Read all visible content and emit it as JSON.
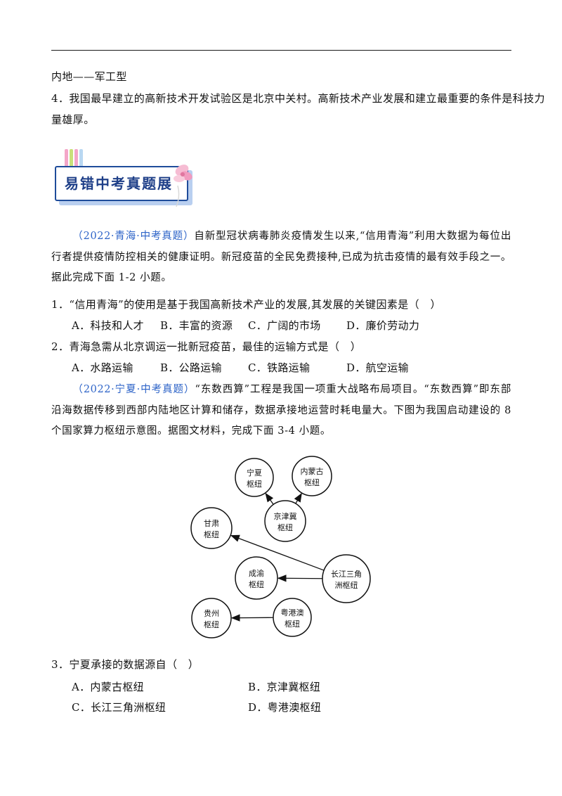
{
  "header_rule": true,
  "intro": {
    "line1": "内地——军工型",
    "item4_line1": "4．我国最早建立的高新技术开发试验区是北京中关村。高新技术产业发展和建立最重要的条件是科技力",
    "item4_line2": "量雄厚。"
  },
  "banner": {
    "title": "易错中考真题展",
    "accent_color": "#1f4c9a",
    "icon": "paper-clips-and-flower-decoration"
  },
  "passage1": {
    "source": "（2022·青海·中考真题）",
    "text": "自新型冠状病毒肺炎疫情发生以来,“信用青海”利用大数据为每位出行者提供疫情防控相关的健康证明。新冠疫苗的全民免费接种,已成为抗击疫情的最有效手段之一。据此完成下面 1-2 小题。"
  },
  "q1": {
    "stem": "1．“信用青海”的使用是基于我国高新技术产业的发展,其发展的关键因素是（　）",
    "options": [
      "A．科技和人才",
      "B．丰富的资源",
      "C．广阔的市场",
      "D．廉价劳动力"
    ]
  },
  "q2": {
    "stem": "2．青海急需从北京调运一批新冠疫苗，最佳的运输方式是（　）",
    "options": [
      "A．水路运输",
      "B．公路运输",
      "C．铁路运输",
      "D．航空运输"
    ]
  },
  "passage2": {
    "source": "（2022·宁夏·中考真题）",
    "text": "“东数西算”工程是我国一项重大战略布局项目。“东数西算”即东部沿海数据传移到西部内陆地区计算和储存，数据承接地运营时耗电量大。下图为我国启动建设的 8 个国家算力枢纽示意图。据图文材料，完成下面 3-4 小题。"
  },
  "diagram": {
    "nodes": [
      {
        "id": "ningxia",
        "line1": "宁夏",
        "line2": "枢纽"
      },
      {
        "id": "neimenggu",
        "line1": "内蒙古",
        "line2": "枢纽"
      },
      {
        "id": "jingjinji",
        "line1": "京津冀",
        "line2": "枢纽"
      },
      {
        "id": "gansu",
        "line1": "甘肃",
        "line2": "枢纽"
      },
      {
        "id": "chengyu",
        "line1": "成渝",
        "line2": "枢纽"
      },
      {
        "id": "changjiang",
        "line1": "长江三角",
        "line2": "洲枢纽"
      },
      {
        "id": "guizhou",
        "line1": "贵州",
        "line2": "枢纽"
      },
      {
        "id": "yuegangao",
        "line1": "粤港澳",
        "line2": "枢纽"
      }
    ],
    "edges": [
      {
        "from": "jingjinji",
        "to": "ningxia"
      },
      {
        "from": "jingjinji",
        "to": "neimenggu"
      },
      {
        "from": "changjiang",
        "to": "gansu"
      },
      {
        "from": "changjiang",
        "to": "chengyu"
      },
      {
        "from": "yuegangao",
        "to": "guizhou"
      }
    ]
  },
  "q3": {
    "stem": "3．宁夏承接的数据源自（　）",
    "options": [
      "A．内蒙古枢纽",
      "B．京津冀枢纽",
      "C．长江三角洲枢纽",
      "D．粤港澳枢纽"
    ]
  }
}
